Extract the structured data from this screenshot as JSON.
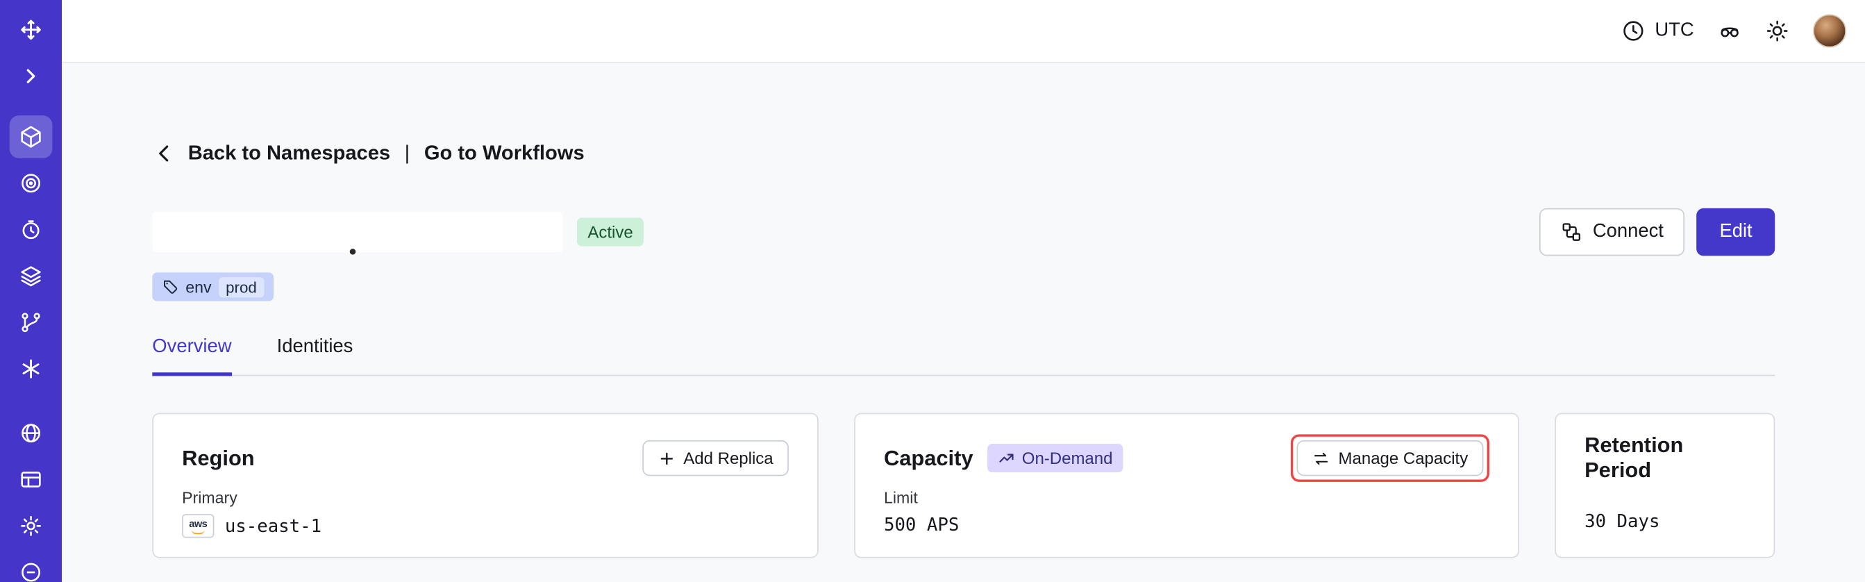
{
  "topbar": {
    "timezone": "UTC",
    "icons": [
      "clock-icon",
      "goggles-icon",
      "sun-icon",
      "avatar"
    ]
  },
  "nav": {
    "back_label": "Back to Namespaces",
    "divider": "|",
    "workflows_label": "Go to Workflows"
  },
  "sidebar": {
    "icons": [
      "logo-compass-icon",
      "chevron-right-icon",
      "cube-namespaces-icon",
      "target-icon",
      "timer-icon",
      "stack-icon",
      "branch-icon",
      "asterisk-icon",
      "globe-icon",
      "billing-table-icon",
      "gear-icon",
      "more-partial-icon"
    ],
    "active_item": "cube-namespaces-icon"
  },
  "namespace": {
    "name_redacted": true,
    "status": "Active",
    "tag_key": "env",
    "tag_value": "prod"
  },
  "actions": {
    "connect": "Connect",
    "edit": "Edit"
  },
  "tabs": {
    "overview": "Overview",
    "identities": "Identities"
  },
  "cards": {
    "region": {
      "title": "Region",
      "add_replica": "Add Replica",
      "primary_label": "Primary",
      "provider": "aws",
      "value": "us-east-1"
    },
    "capacity": {
      "title": "Capacity",
      "badge": "On-Demand",
      "manage": "Manage Capacity",
      "limit_label": "Limit",
      "value": "500 APS"
    },
    "retention": {
      "title": "Retention Period",
      "value": "30 Days"
    }
  },
  "colors": {
    "sidebar": "#4536c9",
    "accent": "#4338ca",
    "active_badge_bg": "#cdf0d8",
    "ondemand_badge_bg": "#ddd6fe",
    "tag_chip_bg": "#c6d2f9",
    "highlight_outline": "#ef4444",
    "content_bg": "#f8f9fb"
  }
}
